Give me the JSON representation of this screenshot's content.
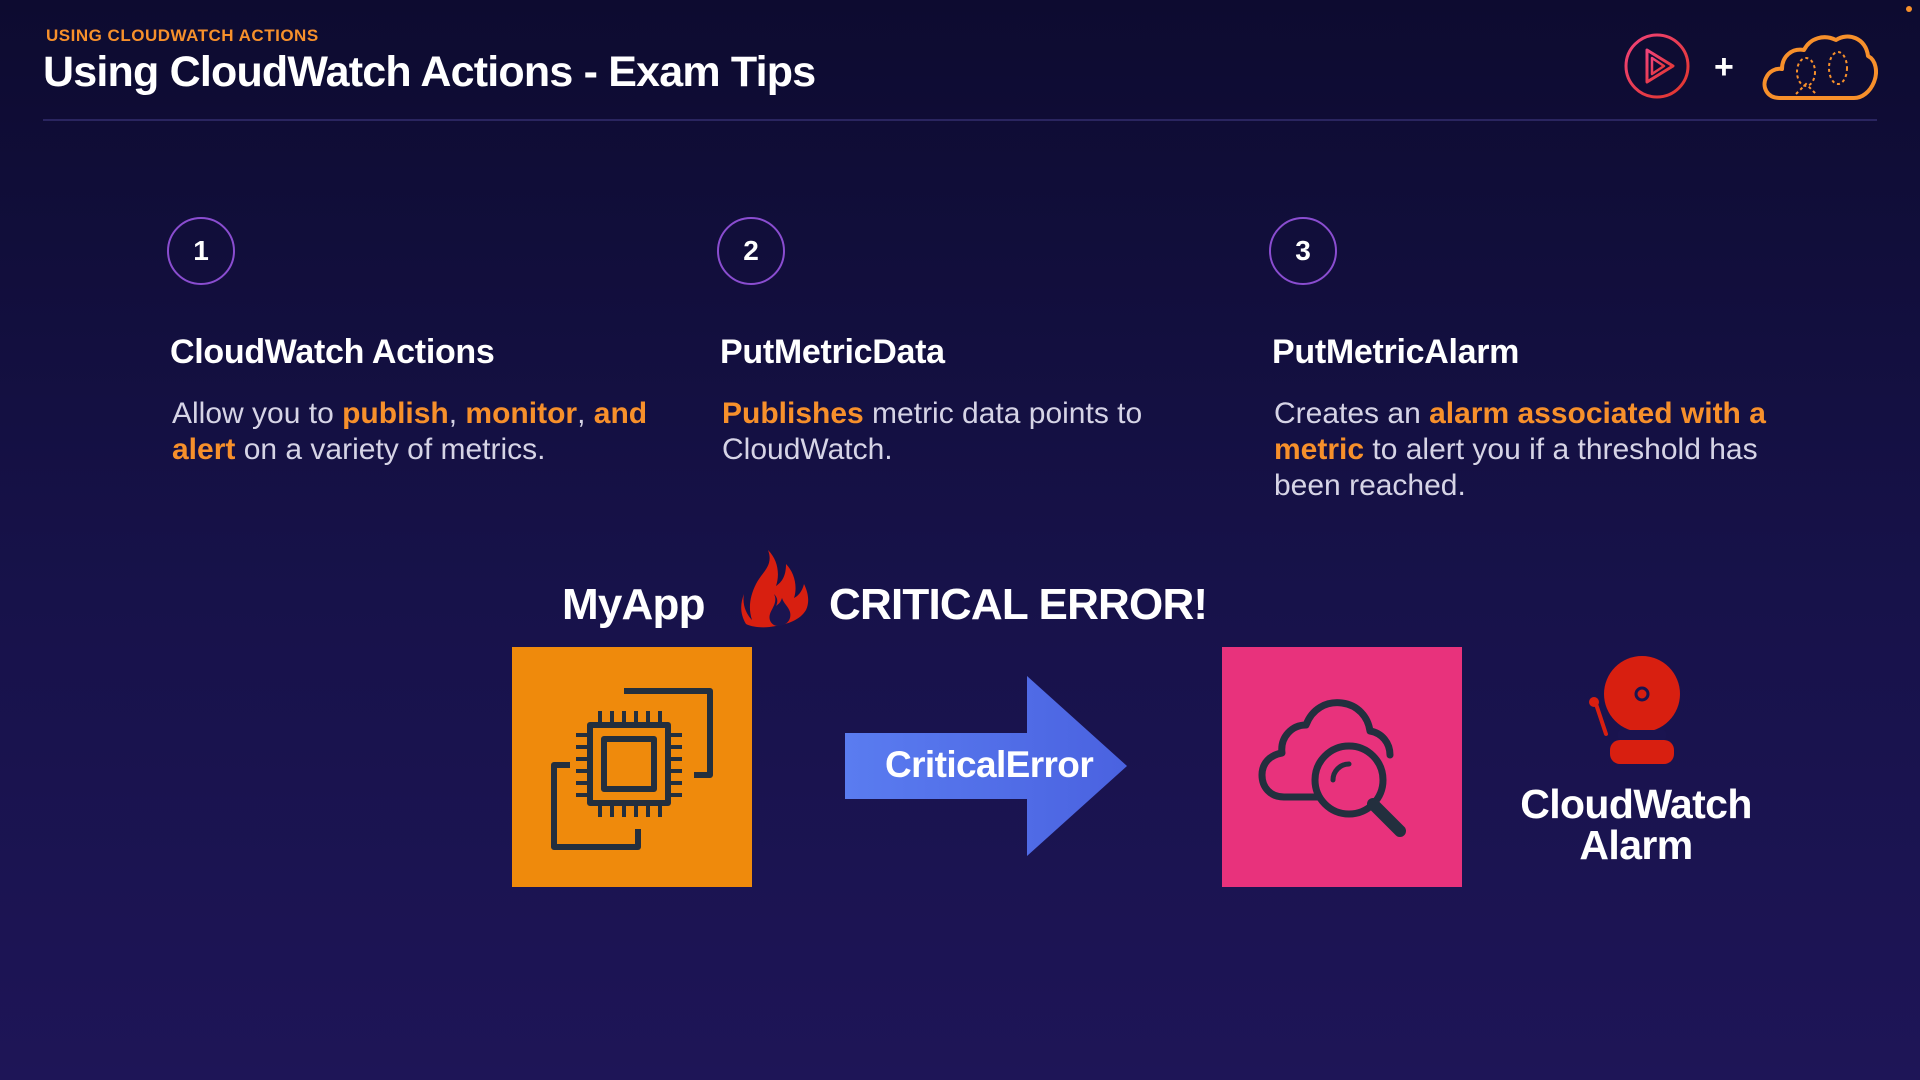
{
  "header": {
    "eyebrow": "USING CLOUDWATCH ACTIONS",
    "title": "Using CloudWatch Actions - Exam Tips",
    "plus": "+"
  },
  "tips": [
    {
      "number": "1",
      "title": "CloudWatch Actions",
      "body": [
        {
          "t": "Allow you to ",
          "hl": false
        },
        {
          "t": "publish",
          "hl": true
        },
        {
          "t": ", ",
          "hl": false
        },
        {
          "t": "monitor",
          "hl": true
        },
        {
          "t": ",",
          "hl": false
        },
        {
          "t": " and alert",
          "hl": true
        },
        {
          "t": " on a variety of metrics.",
          "hl": false
        }
      ]
    },
    {
      "number": "2",
      "title": "PutMetricData",
      "body": [
        {
          "t": "Publishes",
          "hl": true
        },
        {
          "t": " metric data points to CloudWatch.",
          "hl": false
        }
      ]
    },
    {
      "number": "3",
      "title": "PutMetricAlarm",
      "body": [
        {
          "t": "Creates an ",
          "hl": false
        },
        {
          "t": "alarm associated with a metric",
          "hl": true
        },
        {
          "t": " to alert you if a threshold has been reached.",
          "hl": false
        }
      ]
    }
  ],
  "diagram": {
    "app_label": "MyApp",
    "error_label": "CRITICAL ERROR!",
    "arrow_label": "CriticalError",
    "alarm_label_line1": "CloudWatch",
    "alarm_label_line2": "Alarm"
  },
  "icons": {
    "play": "pluralsight-play-icon",
    "cloud": "acloudguru-cloud-icon",
    "fire": "fire-icon",
    "ec2": "ec2-instance-icon",
    "cloudwatch": "cloudwatch-icon",
    "bell": "alarm-bell-icon",
    "arrow": "right-arrow-icon"
  },
  "colors": {
    "accent": "#f7902b",
    "ec2": "#ef8a0c",
    "cloudwatch": "#e8327c",
    "arrow": "#4f6fe8",
    "bell": "#d81f10",
    "number_ring": "#8a4dd0"
  }
}
